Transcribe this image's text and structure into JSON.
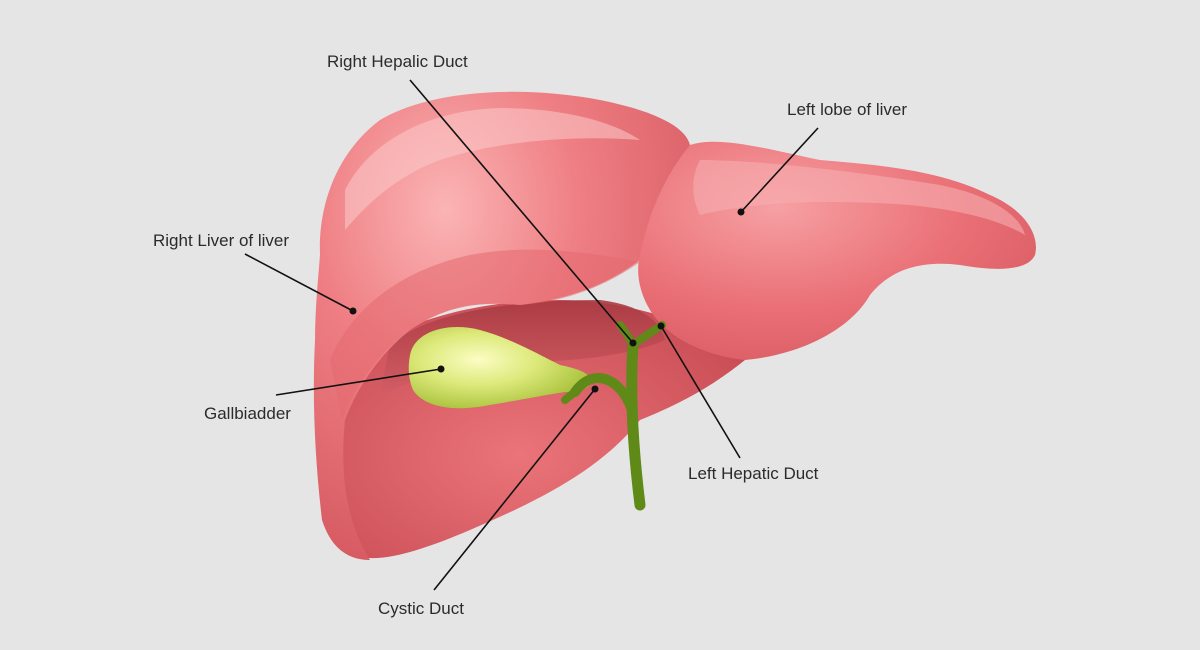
{
  "labels": {
    "right_hepatic_duct": "Right Hepalic Duct",
    "left_lobe": "Left lobe of liver",
    "right_lobe": "Right Liver of liver",
    "gallbladder": "Gallbiadder",
    "left_hepatic_duct": "Left Hepatic Duct",
    "cystic_duct": "Cystic Duct"
  },
  "colors": {
    "background": "#e5e5e5",
    "liver_light": "#f49a9c",
    "liver_mid": "#e86b70",
    "liver_dark": "#c24a52",
    "gallbladder_light": "#f3f7a0",
    "gallbladder_dark": "#a9c43a",
    "duct": "#5f8a17",
    "leader_line": "#111111"
  }
}
